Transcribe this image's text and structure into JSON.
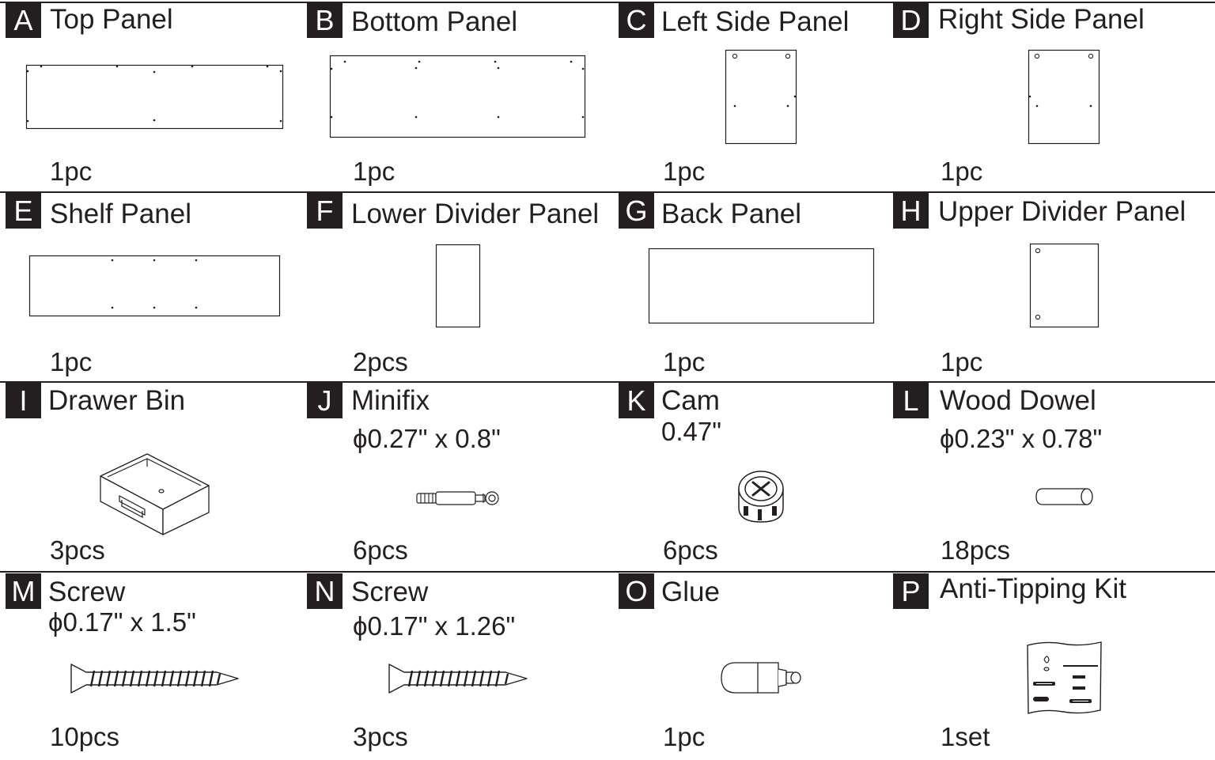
{
  "parts": [
    {
      "letter": "A",
      "name": "Top Panel",
      "spec": "",
      "qty": "1pc",
      "icon": "panel-icon"
    },
    {
      "letter": "B",
      "name": "Bottom Panel",
      "spec": "",
      "qty": "1pc",
      "icon": "panel-icon"
    },
    {
      "letter": "C",
      "name": "Left Side Panel",
      "spec": "",
      "qty": "1pc",
      "icon": "panel-icon"
    },
    {
      "letter": "D",
      "name": "Right Side Panel",
      "spec": "",
      "qty": "1pc",
      "icon": "panel-icon"
    },
    {
      "letter": "E",
      "name": "Shelf Panel",
      "spec": "",
      "qty": "1pc",
      "icon": "panel-icon"
    },
    {
      "letter": "F",
      "name": "Lower Divider Panel",
      "spec": "",
      "qty": "2pcs",
      "icon": "panel-icon"
    },
    {
      "letter": "G",
      "name": "Back Panel",
      "spec": "",
      "qty": "1pc",
      "icon": "panel-icon"
    },
    {
      "letter": "H",
      "name": "Upper Divider Panel",
      "spec": "",
      "qty": "1pc",
      "icon": "panel-icon"
    },
    {
      "letter": "I",
      "name": "Drawer Bin",
      "spec": "",
      "qty": "3pcs",
      "icon": "drawer-bin-icon"
    },
    {
      "letter": "J",
      "name": "Minifix",
      "spec": "ϕ0.27\" x 0.8\"",
      "qty": "6pcs",
      "icon": "minifix-bolt-icon"
    },
    {
      "letter": "K",
      "name": "Cam",
      "spec": "0.47\"",
      "qty": "6pcs",
      "icon": "cam-lock-icon"
    },
    {
      "letter": "L",
      "name": "Wood Dowel",
      "spec": "ϕ0.23\" x 0.78\"",
      "qty": "18pcs",
      "icon": "wood-dowel-icon"
    },
    {
      "letter": "M",
      "name": "Screw",
      "spec": "ϕ0.17\" x 1.5\"",
      "qty": "10pcs",
      "icon": "screw-icon"
    },
    {
      "letter": "N",
      "name": "Screw",
      "spec": "ϕ0.17\" x 1.26\"",
      "qty": "3pcs",
      "icon": "screw-icon"
    },
    {
      "letter": "O",
      "name": "Glue",
      "spec": "",
      "qty": "1pc",
      "icon": "glue-bottle-icon"
    },
    {
      "letter": "P",
      "name": "Anti-Tipping Kit",
      "spec": "",
      "qty": "1set",
      "icon": "anti-tipping-kit-icon"
    }
  ]
}
